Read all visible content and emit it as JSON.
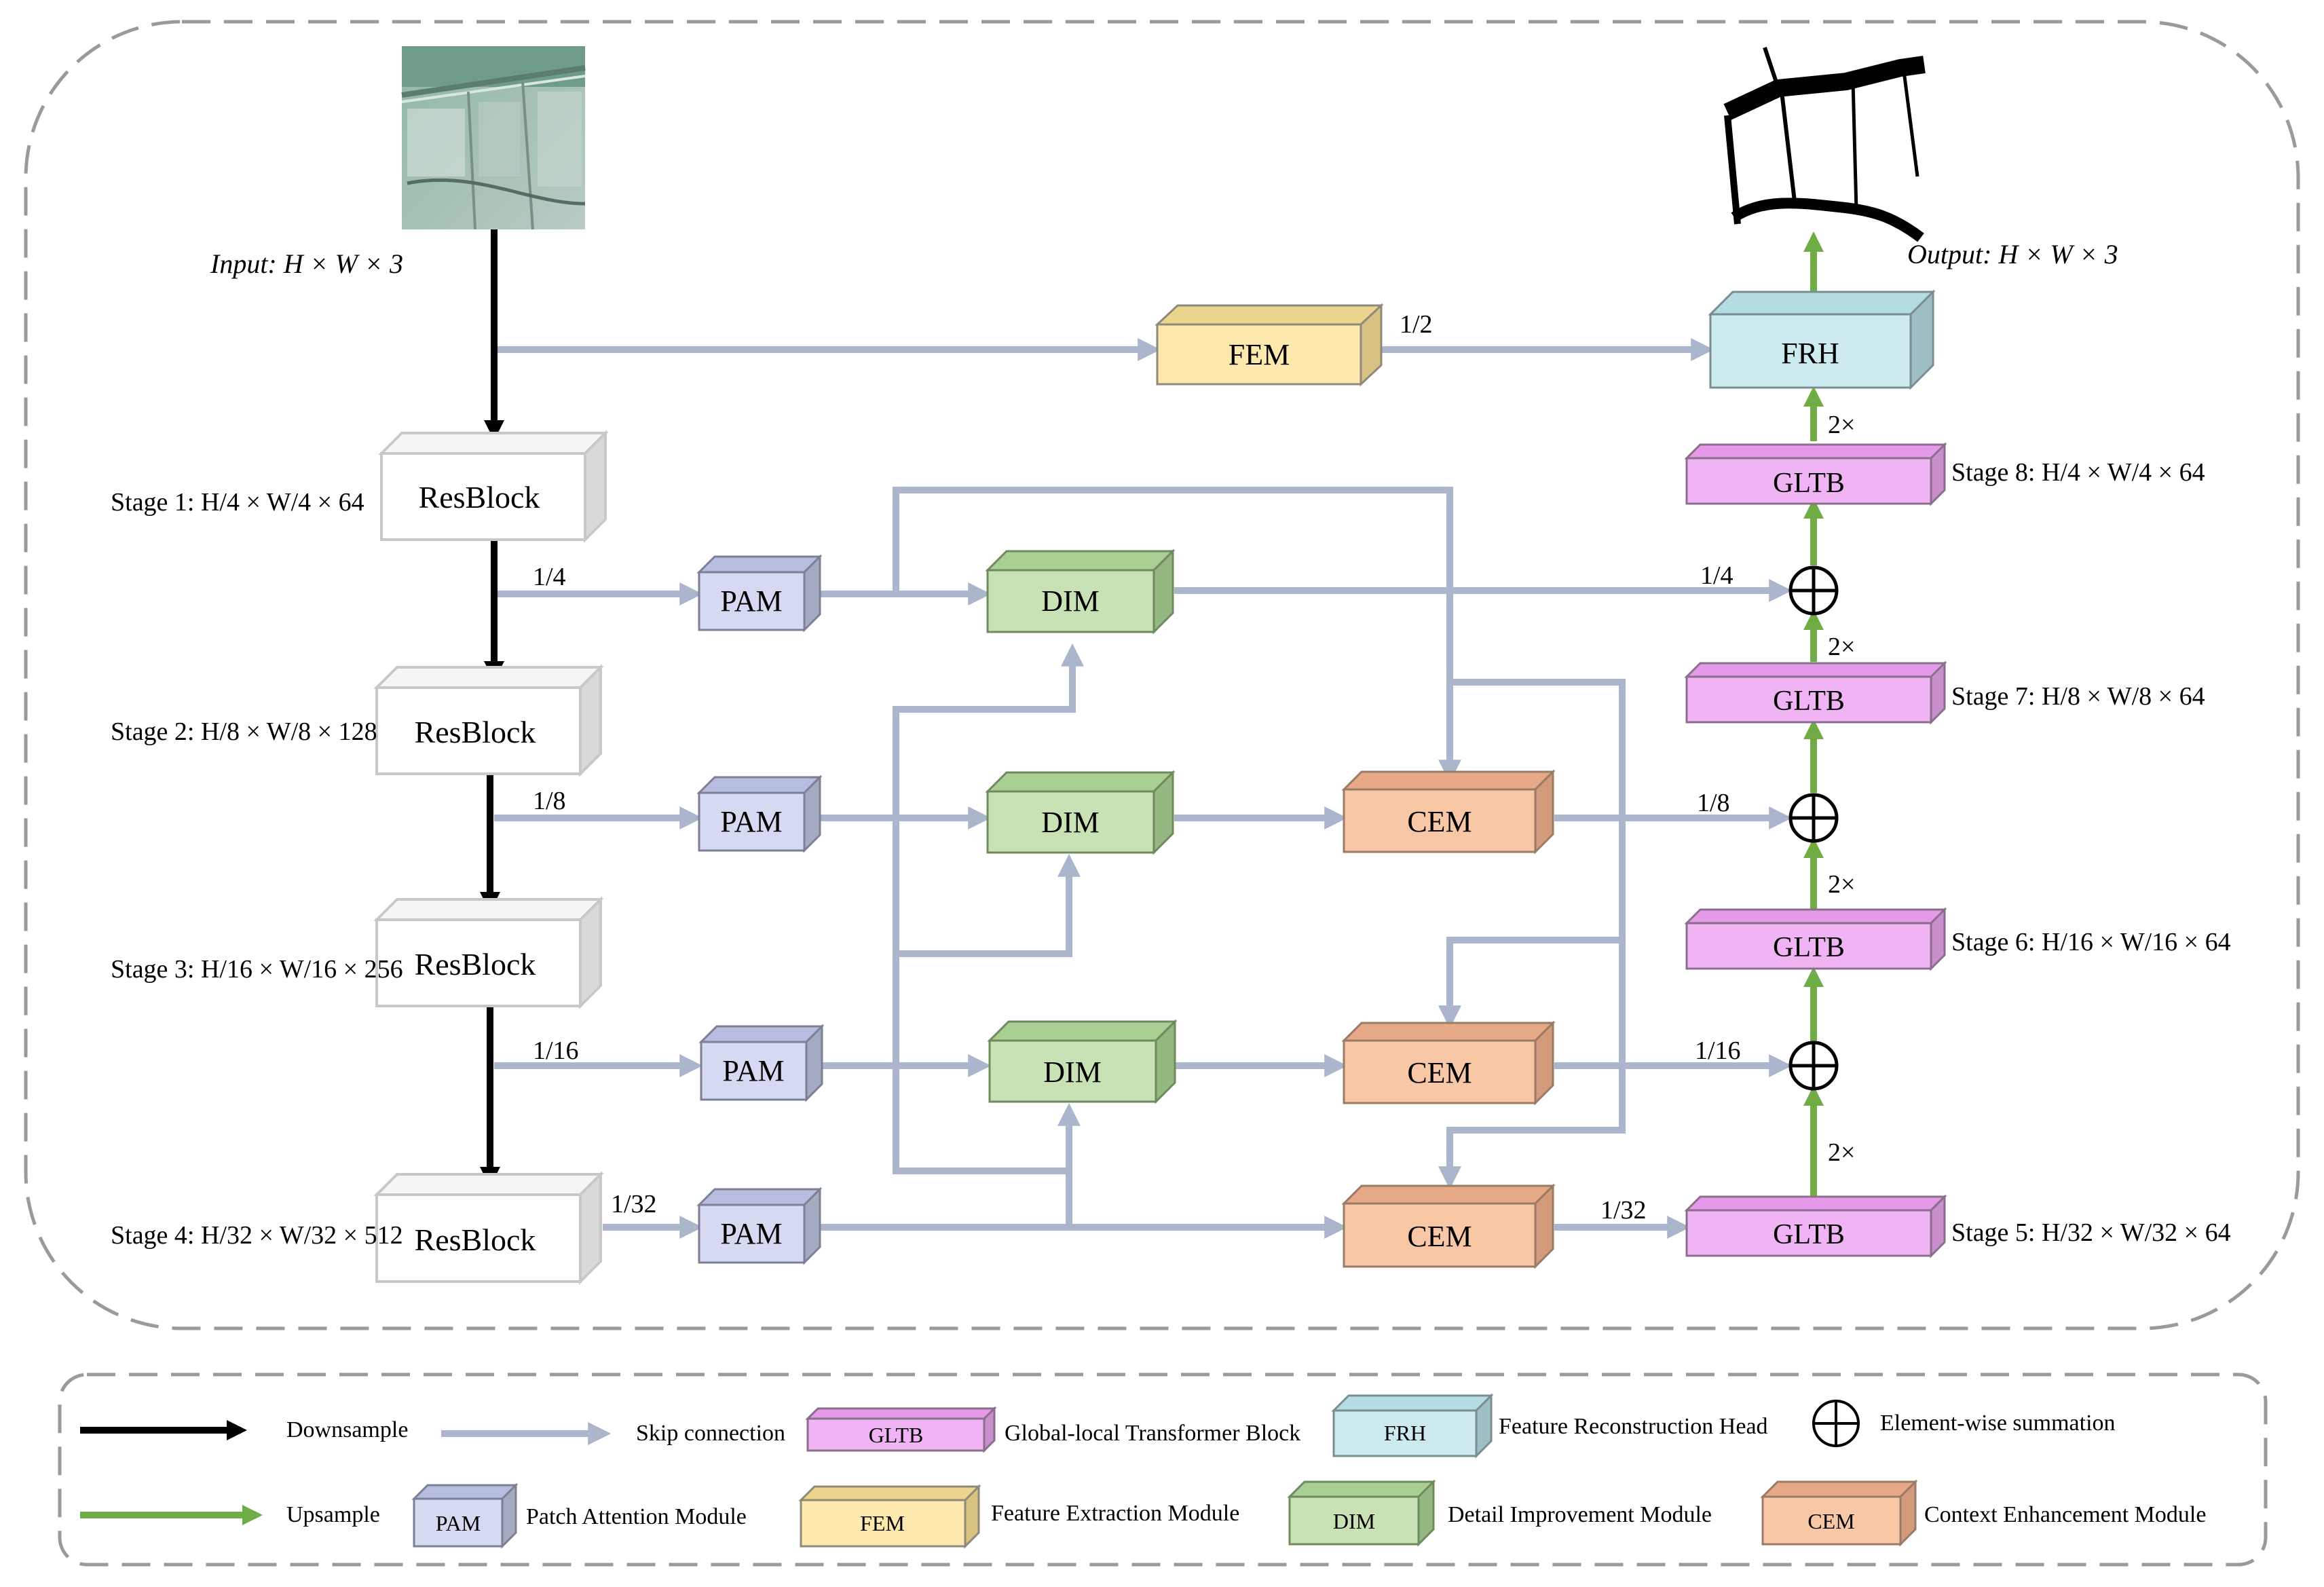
{
  "input": {
    "label": "Input: H × W × 3"
  },
  "output": {
    "label": "Output: H × W × 3"
  },
  "stages": {
    "s1": "Stage 1: H/4 × W/4 × 64",
    "s2": "Stage 2: H/8 × W/8 × 128",
    "s3": "Stage 3: H/16 × W/16 × 256",
    "s4": "Stage 4: H/32 × W/32 × 512",
    "s5": "Stage 5: H/32 × W/32 × 64",
    "s6": "Stage 6: H/16 × W/16 × 64",
    "s7": "Stage 7: H/8 × W/8 × 64",
    "s8": "Stage 8: H/4 × W/4 × 64"
  },
  "blocks": {
    "resblock": "ResBlock",
    "pam": "PAM",
    "dim": "DIM",
    "cem": "CEM",
    "gltb": "GLTB",
    "fem": "FEM",
    "frh": "FRH"
  },
  "scales": {
    "half": "1/2",
    "quarter": "1/4",
    "eighth": "1/8",
    "sixteenth": "1/16",
    "thirtysecond": "1/32",
    "up2x": "2×"
  },
  "legend": {
    "downsample": "Downsample",
    "skip": "Skip connection",
    "gltb_desc": "Global-local Transformer Block",
    "frh_desc": "Feature Reconstruction Head",
    "sum_desc": "Element-wise summation",
    "upsample": "Upsample",
    "pam_desc": "Patch Attention Module",
    "fem_desc": "Feature Extraction Module",
    "dim_desc": "Detail Improvement Module",
    "cem_desc": "Context Enhancement Module"
  },
  "colors": {
    "resblock": "#ffffff",
    "pam": "#d5d9f1",
    "dim": "#c8e2b6",
    "cem": "#f7c7a6",
    "gltb": "#f0b4f4",
    "fem": "#fde8ad",
    "frh": "#cdebef",
    "downsample_arrow": "#000000",
    "skip_arrow": "#abb6cc",
    "upsample_arrow": "#6fac45"
  }
}
